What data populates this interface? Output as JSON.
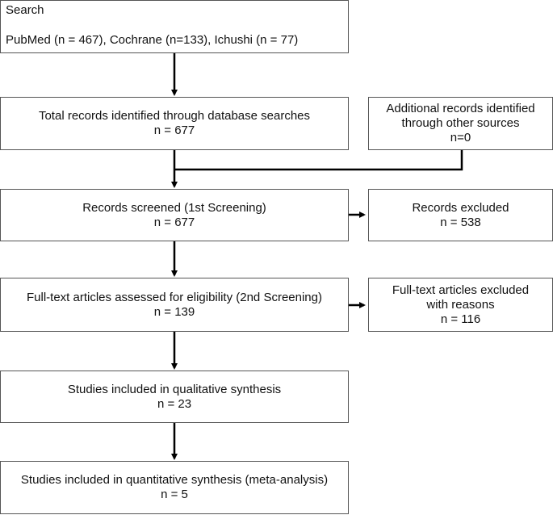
{
  "search": {
    "title": "Search",
    "sources": "PubMed (n = 467), Cochrane (n=133), Ichushi (n = 77)"
  },
  "identified": {
    "title": "Total records identified through database searches",
    "count": "n = 677"
  },
  "additional": {
    "line1": "Additional records identified",
    "line2": "through other sources",
    "count": "n=0"
  },
  "screened": {
    "title": "Records screened (1st Screening)",
    "count": "n = 677"
  },
  "excluded": {
    "title": "Records excluded",
    "count": "n = 538"
  },
  "fulltext": {
    "title": "Full-text articles assessed for eligibility (2nd Screening)",
    "count": "n = 139"
  },
  "fulltext_excluded": {
    "line1": "Full-text articles excluded",
    "line2": "with reasons",
    "count": "n = 116"
  },
  "qualitative": {
    "title": "Studies included in qualitative synthesis",
    "count": "n = 23"
  },
  "quantitative": {
    "title": "Studies included in quantitative synthesis (meta-analysis)",
    "count": "n = 5"
  }
}
